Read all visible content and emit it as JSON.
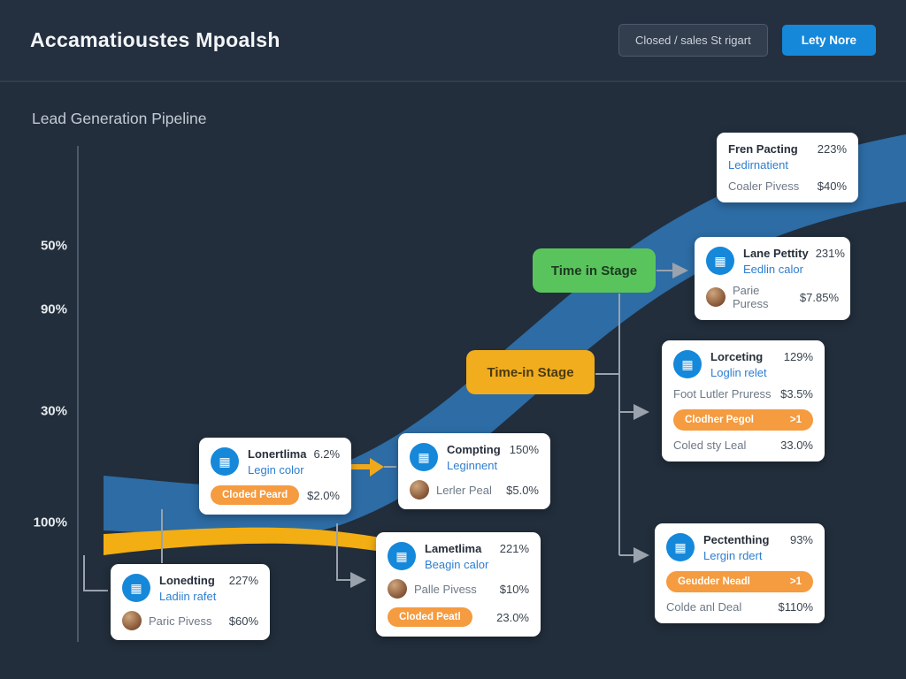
{
  "header": {
    "title": "Accamatioustes Mpoalsh",
    "filter_button": "Closed / sales St rigart",
    "primary_button": "Lety Nore"
  },
  "section": {
    "title": "Lead Generation Pipeline"
  },
  "axis": {
    "labels": [
      "50%",
      "90%",
      "30%",
      "100%"
    ]
  },
  "nodes": {
    "green_label": "Time in Stage",
    "orange_label": "Time-in Stage"
  },
  "icons": {
    "grid": "▦"
  },
  "colors": {
    "background": "#222e3c",
    "blue_band": "#2d6ca5",
    "yellow_band": "#f3ae13",
    "green_node": "#5ac45c",
    "orange_node": "#f1ad1e",
    "primary_button": "#1588da",
    "pill": "#f59b40",
    "subtitle_link": "#2e7ecf"
  },
  "cards": {
    "fren_pacting": {
      "title": "Fren Pacting",
      "value": "223%",
      "subtitle": "Ledirnatient",
      "row_label": "Coaler Pivess",
      "row_value": "$40%"
    },
    "lane_pettity": {
      "title": "Lane Pettity",
      "value": "231%",
      "subtitle": "Eedlin calor",
      "row_label": "Parie Puress",
      "row_value": "$7.85%"
    },
    "lorceting": {
      "title": "Lorceting",
      "value": "129%",
      "subtitle": "Loglin relet",
      "row1_label": "Foot Lutler Pruress",
      "row1_value": "$3.5%",
      "pill_label": "Clodher Pegol",
      "pill_value": ">1",
      "row2_label": "Coled sty Leal",
      "row2_value": "33.0%"
    },
    "lonertlima": {
      "title": "Lonertlima",
      "value": "6.2%",
      "subtitle": "Legin color",
      "pill_label": "Cloded Peard",
      "pill_value": "$2.0%"
    },
    "compting": {
      "title": "Compting",
      "value": "150%",
      "subtitle": "Leginnent",
      "row_label": "Lerler Peal",
      "row_value": "$5.0%"
    },
    "lametlima": {
      "title": "Lametlima",
      "value": "221%",
      "subtitle": "Beagin calor",
      "row_label": "Palle Pivess",
      "row_value": "$10%",
      "pill_label": "Cloded Peatl",
      "pill_value": "23.0%"
    },
    "lonedting": {
      "title": "Lonedting",
      "value": "227%",
      "subtitle": "Ladiin rafet",
      "row_label": "Paric Pivess",
      "row_value": "$60%"
    },
    "pectenthing": {
      "title": "Pectenthing",
      "value": "93%",
      "subtitle": "Lergin rdert",
      "pill_label": "Geudder Neadl",
      "pill_value": ">1",
      "row_label": "Colde anl Deal",
      "row_value": "$110%"
    }
  }
}
